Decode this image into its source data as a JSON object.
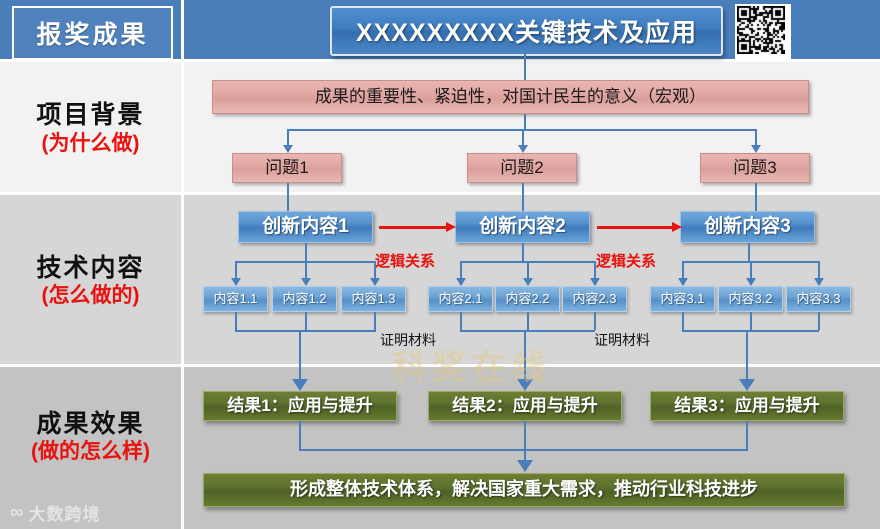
{
  "header": {
    "left_label": "报奖成果",
    "title": "XXXXXXXXX关键技术及应用",
    "qr_name": "qr-code"
  },
  "rows": [
    {
      "main": "项目背景",
      "sub": "(为什么做)"
    },
    {
      "main": "技术内容",
      "sub": "(怎么做的)"
    },
    {
      "main": "成果效果",
      "sub": "(做的怎么样)"
    }
  ],
  "background": {
    "macro": "成果的重要性、紧迫性，对国计民生的意义（宏观）",
    "problems": [
      "问题1",
      "问题2",
      "问题3"
    ]
  },
  "tech": {
    "innovations": [
      "创新内容1",
      "创新内容2",
      "创新内容3"
    ],
    "logic_labels": [
      "逻辑关系",
      "逻辑关系"
    ],
    "contents": [
      [
        "内容1.1",
        "内容1.2",
        "内容1.3"
      ],
      [
        "内容2.1",
        "内容2.2",
        "内容2.3"
      ],
      [
        "内容3.1",
        "内容3.2",
        "内容3.3"
      ]
    ],
    "proof_labels": [
      "证明材料",
      "证明材料"
    ]
  },
  "results": {
    "items": [
      "结果1：应用与提升",
      "结果2：应用与提升",
      "结果3：应用与提升"
    ],
    "summary": "形成整体技术体系，解决国家重大需求，推动行业科技进步"
  },
  "watermarks": {
    "center": "科奖在线",
    "logo_mark": "∞",
    "logo_text": "大数跨境"
  },
  "colors": {
    "header_blue": "#4a7ebb",
    "accent_red": "#e8120e",
    "pink": "#e3aaa6",
    "olive": "#5f7330",
    "band_bg": "#f2f2f2",
    "band_tech": "#d6d6d6",
    "band_res": "#c3c3c3"
  }
}
